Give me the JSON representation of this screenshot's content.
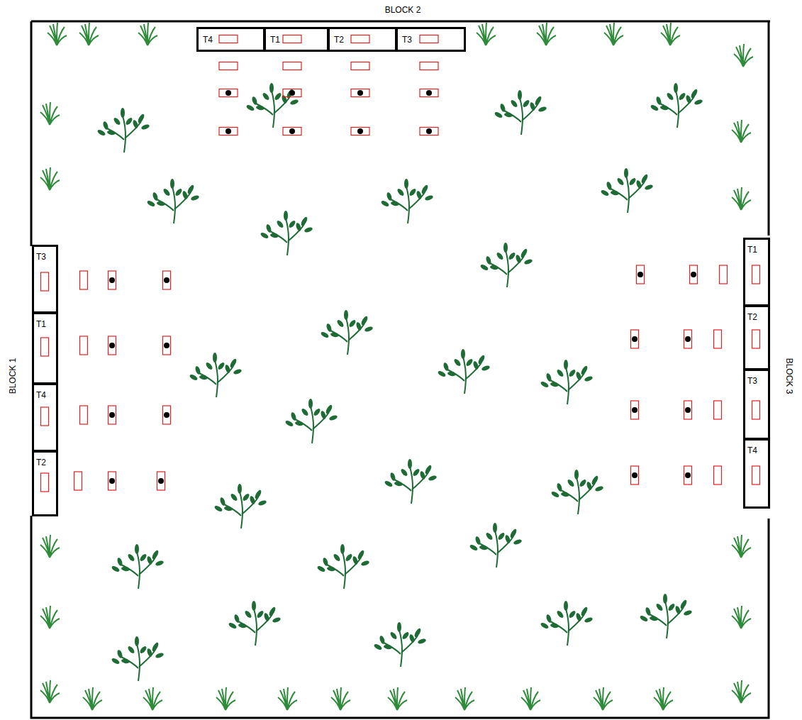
{
  "diagram": {
    "nodes": [
      {
        "text": [
          "T4"
        ]
      },
      {
        "text": [
          "T1"
        ]
      },
      {
        "text": [
          "T2"
        ]
      },
      {
        "text": [
          "T3"
        ]
      },
      {
        "text": [
          "T3"
        ]
      },
      {
        "text": [
          "T1"
        ]
      },
      {
        "text": [
          "T4"
        ]
      },
      {
        "text": [
          "T2"
        ]
      },
      {
        "text": [
          "T1"
        ]
      },
      {
        "text": [
          "T2"
        ]
      },
      {
        "text": [
          "T3"
        ]
      },
      {
        "text": [
          "T4"
        ]
      }
    ],
    "labels": [
      "BLOCK 2",
      "BLOCK 1",
      "BLOCK 3"
    ]
  }
}
